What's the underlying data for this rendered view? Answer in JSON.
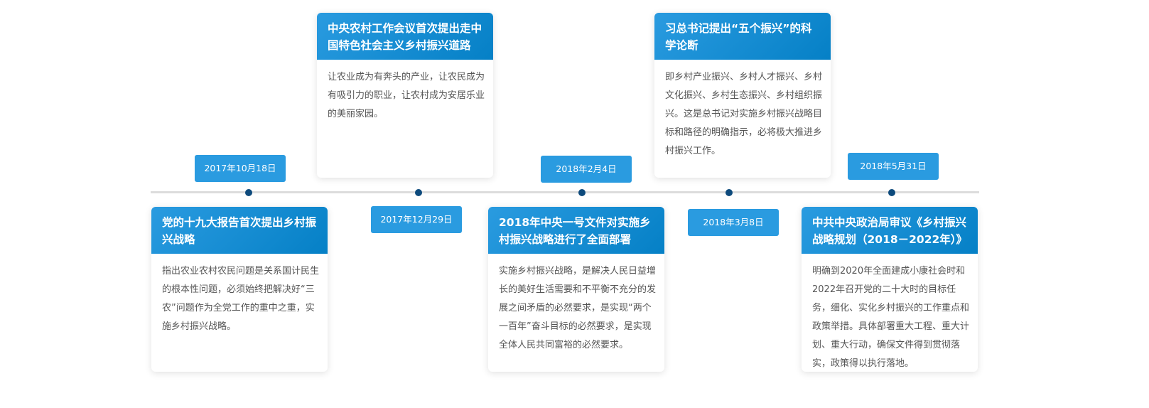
{
  "colors": {
    "accent": "#2a9be0",
    "dot": "#0d4a7c",
    "line": "#dcdcdc"
  },
  "events": [
    {
      "date": "2017年10月18日",
      "title": "党的十九大报告首次提出乡村振兴战略",
      "body": "指出农业农村农民问题是关系国计民生的根本性问题，必须始终把解决好“三农”问题作为全党工作的重中之重，实施乡村振兴战略。"
    },
    {
      "date": "2017年12月29日",
      "title": "中央农村工作会议首次提出走中国特色社会主义乡村振兴道路",
      "body": "让农业成为有奔头的产业，让农民成为有吸引力的职业，让农村成为安居乐业的美丽家园。"
    },
    {
      "date": "2018年2月4日",
      "title": "2018年中央一号文件对实施乡村振兴战略进行了全面部署",
      "body": "实施乡村振兴战略，是解决人民日益增长的美好生活需要和不平衡不充分的发展之间矛盾的必然要求，是实现“两个一百年”奋斗目标的必然要求，是实现全体人民共同富裕的必然要求。"
    },
    {
      "date": "2018年3月8日",
      "title": "习总书记提出“五个振兴”的科学论断",
      "body": "即乡村产业振兴、乡村人才振兴、乡村文化振兴、乡村生态振兴、乡村组织振兴。这是总书记对实施乡村振兴战略目标和路径的明确指示，必将极大推进乡村振兴工作。"
    },
    {
      "date": "2018年5月31日",
      "title": "中共中央政治局审议《乡村振兴战略规划（2018－2022年）》",
      "body": "明确到2020年全面建成小康社会时和2022年召开党的二十大时的目标任务，细化、实化乡村振兴的工作重点和政策举措。具体部署重大工程、重大计划、重大行动，确保文件得到贯彻落实，政策得以执行落地。"
    }
  ]
}
